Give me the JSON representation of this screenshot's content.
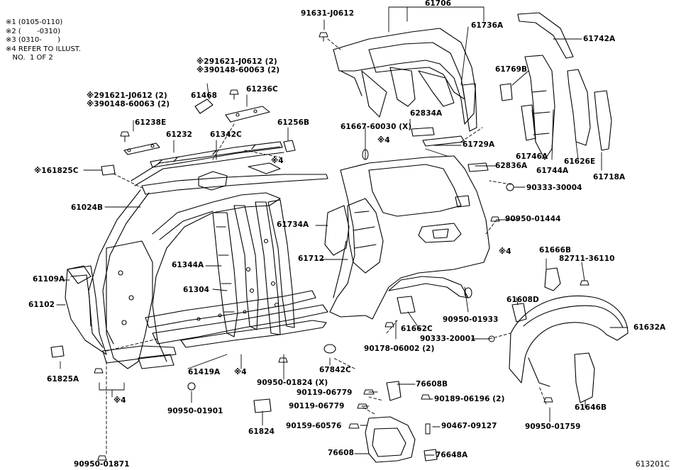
{
  "notes": [
    "※1 (0105-0110)",
    "※2 (       -0310)",
    "※3 (0310-       )",
    "※4 REFER TO ILLUST.",
    "   NO.  1 OF 2"
  ],
  "labels": {
    "p61706": "61706",
    "p91631_J0612": "91631-J0612",
    "p61736A": "61736A",
    "p61742A": "61742A",
    "p61769B": "61769B",
    "p61468": "61468",
    "p61236C": "61236C",
    "p61238E": "61238E",
    "p61232": "61232",
    "p61342C": "61342C",
    "p61256B": "61256B",
    "p61825C": "※161825C",
    "p61024B": "61024B",
    "p61109A": "61109A",
    "p61102": "61102",
    "p61344A": "61344A",
    "p61304": "61304",
    "p61419A": "61419A",
    "p61825A": "61825A",
    "p90950_01901": "90950-01901",
    "p90950_01871": "90950-01871",
    "p90950_01824": "90950-01824 (X)",
    "p61824": "61824",
    "p67842C": "67842C",
    "p61667": "61667-60030 (X)",
    "p62834A": "62834A",
    "p61729A": "61729A",
    "p62836A": "62836A",
    "p61746A": "61746A",
    "p61744A": "61744A",
    "p61626E": "61626E",
    "p61718A": "61718A",
    "p90333_30004": "90333-30004",
    "p61734A": "61734A",
    "p90950_01444": "90950-01444",
    "p61712": "61712",
    "p61666B": "61666B",
    "p82711": "82711-36110",
    "p61608D": "61608D",
    "p61632A": "61632A",
    "p90950_01933": "90950-01933",
    "p61662C": "61662C",
    "p90178": "90178-06002 (2)",
    "p90333_20001": "90333-20001",
    "p76608B": "76608B",
    "p90119a": "90119-06779",
    "p90119b": "90119-06779",
    "p90189": "90189-06196 (2)",
    "p90159": "90159-60576",
    "p90467": "90467-09127",
    "p76608": "76608",
    "p76648A": "76648A",
    "p61646B": "61646B",
    "p90950_01759": "90950-01759",
    "ref4a": "※4",
    "ref4b": "※4",
    "ref4c": "※4",
    "ref4d": "※4",
    "ref4e": "※4",
    "fig": "613201C",
    "s1a": "※291621-J0612 (2)",
    "s1b": "※390148-60063 (2)",
    "s2a": "※291621-J0612 (2)",
    "s2b": "※390148-60063 (2)"
  }
}
